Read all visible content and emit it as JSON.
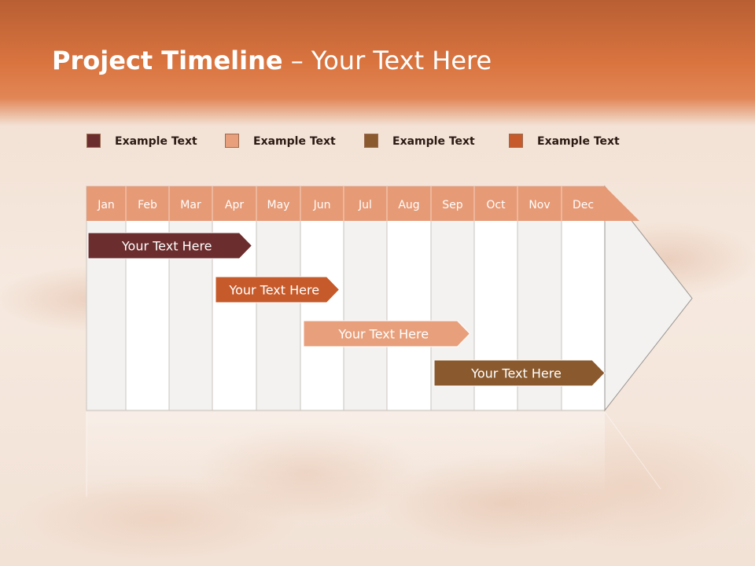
{
  "slide": {
    "title_bold": "Project Timeline",
    "title_rest": " – Your Text Here"
  },
  "colors": {
    "header": "#d9743f",
    "month_bar": "#e69a76",
    "stripe_light": "#f3f2f1",
    "stripe_white": "#ffffff"
  },
  "legend": [
    {
      "label": "Example Text",
      "color": "#6b2d2d"
    },
    {
      "label": "Example Text",
      "color": "#e8a07c"
    },
    {
      "label": "Example Text",
      "color": "#8a5a2e"
    },
    {
      "label": "Example Text",
      "color": "#c65a2a"
    }
  ],
  "timeline": {
    "months": [
      "Jan",
      "Feb",
      "Mar",
      "Apr",
      "May",
      "Jun",
      "Jul",
      "Aug",
      "Sep",
      "Oct",
      "Nov",
      "Dec"
    ],
    "bars": [
      {
        "label": "Your  Text Here",
        "start_month": 0,
        "end_month": 3.9,
        "color": "#6b2d2d"
      },
      {
        "label": "Your  Text Here",
        "start_month": 3.0,
        "end_month": 5.9,
        "color": "#c65a2a"
      },
      {
        "label": "Your  Text Here",
        "start_month": 5.0,
        "end_month": 8.9,
        "color": "#e8a07c"
      },
      {
        "label": "Your  Text Here",
        "start_month": 8.0,
        "end_month": 12.0,
        "color": "#8a5a2e"
      }
    ]
  }
}
